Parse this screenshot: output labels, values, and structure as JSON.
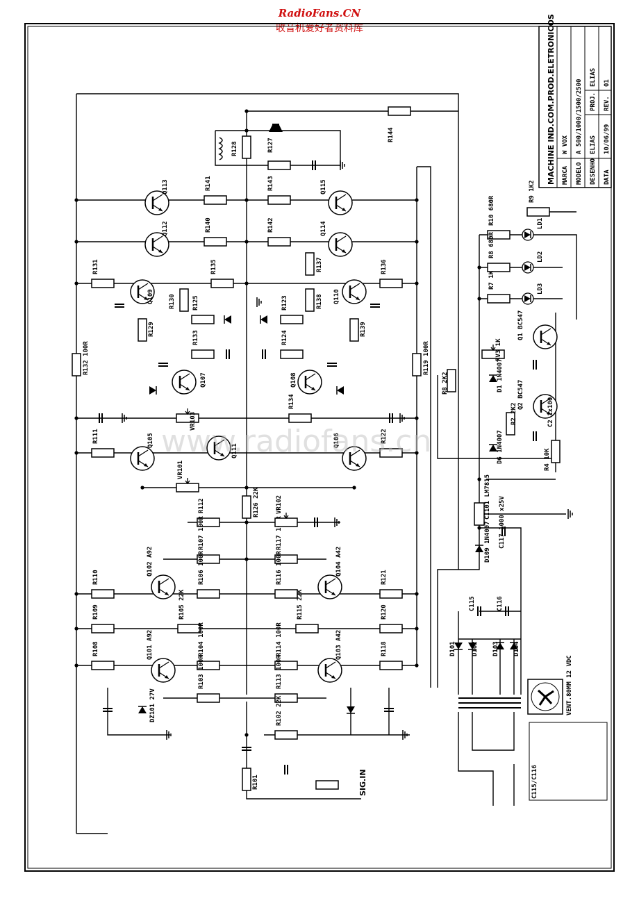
{
  "site": {
    "name": "RadioFans.CN",
    "tagline": "收音机爱好者资料库"
  },
  "watermark": "www.radiofans.cn",
  "titleblock": {
    "company": "MACHINE IND.COM.PROD.ELETRONICOS",
    "rows": [
      {
        "label": "MARCA",
        "value": "W VOX"
      },
      {
        "label": "MODELO",
        "value": "A 500/1000/1500/2500"
      },
      {
        "label": "DESENHO",
        "value": "ELIAS",
        "label2": "PROJ.",
        "value2": "ELIAS"
      },
      {
        "label": "DATA",
        "value": "10/06/99",
        "label2": "REV.",
        "value2": "01"
      }
    ]
  },
  "components": {
    "R128": "R128",
    "R127": "R127",
    "R144": "R144",
    "R141": "R141",
    "R143": "R143",
    "R140": "R140",
    "R142": "R142",
    "R131": "R131",
    "R135": "R135",
    "R136": "R136",
    "R137": "R137",
    "R130": "R130",
    "R125": "R125",
    "R123": "R123",
    "R138": "R138",
    "R129": "R129",
    "R139": "R139",
    "R133": "R133",
    "R124": "R124",
    "R132": "R132 100R",
    "R119": "R119 100R",
    "R134": "R134",
    "R111": "R111",
    "R122": "R122",
    "R112": "R112",
    "R126": "R126 22K",
    "R107": "R107 100R",
    "R117": "R117 100R",
    "R110": "R110",
    "R106": "R106 100R",
    "R116": "R116 100R",
    "R121": "R121",
    "R109": "R109",
    "R105": "R105 22K",
    "R115": "R115 22K",
    "R120": "R120",
    "R108": "R108",
    "R104": "R104 100R",
    "R114": "R114 100R",
    "R118": "R118",
    "R103": "R103 100R",
    "R113": "R113 100R",
    "R102": "R102 22K",
    "R101": "R101",
    "R8": "R8 2K2",
    "R9": "R9 1K2",
    "R10": "R10 680R",
    "R11": "R8 680R",
    "R7": "R7 1K",
    "RV3": "RV3 1K",
    "R2": "R2 2K2",
    "R4": "R4 10K",
    "Q113": "Q113",
    "Q115": "Q115",
    "Q112": "Q112",
    "Q114": "Q114",
    "Q109": "Q109",
    "Q110": "Q110",
    "Q107": "Q107",
    "Q108": "Q108",
    "Q105": "Q105",
    "Q106": "Q106",
    "Q111": "Q111",
    "Q102": "Q102 A92",
    "Q104": "Q104 A42",
    "Q101": "Q101 A92",
    "Q103": "Q103 A42",
    "Q1": "Q1 BC547",
    "Q2": "Q2 BC547",
    "VR103": "VR103",
    "VR101": "VR101",
    "VR102": "VR102",
    "LD1": "LD1",
    "LD2": "LD2",
    "LD3": "LD3",
    "D1": "D1 1N4007",
    "D6": "D6 1N4007",
    "D109": "D109 1N4007",
    "C2": "C2 1x100",
    "CI101": "CI101 LM7815",
    "C117": "C117 1000 x25V",
    "C115": "C115",
    "C116": "C116",
    "D101": "D101",
    "D102": "D102",
    "D103": "D103",
    "D104": "D104",
    "DZ101": "DZ101 27V",
    "SIGIN": "SIG.IN",
    "FAN": "VENT.80MM 12 VDC",
    "CNOTE": "C115/C116"
  }
}
